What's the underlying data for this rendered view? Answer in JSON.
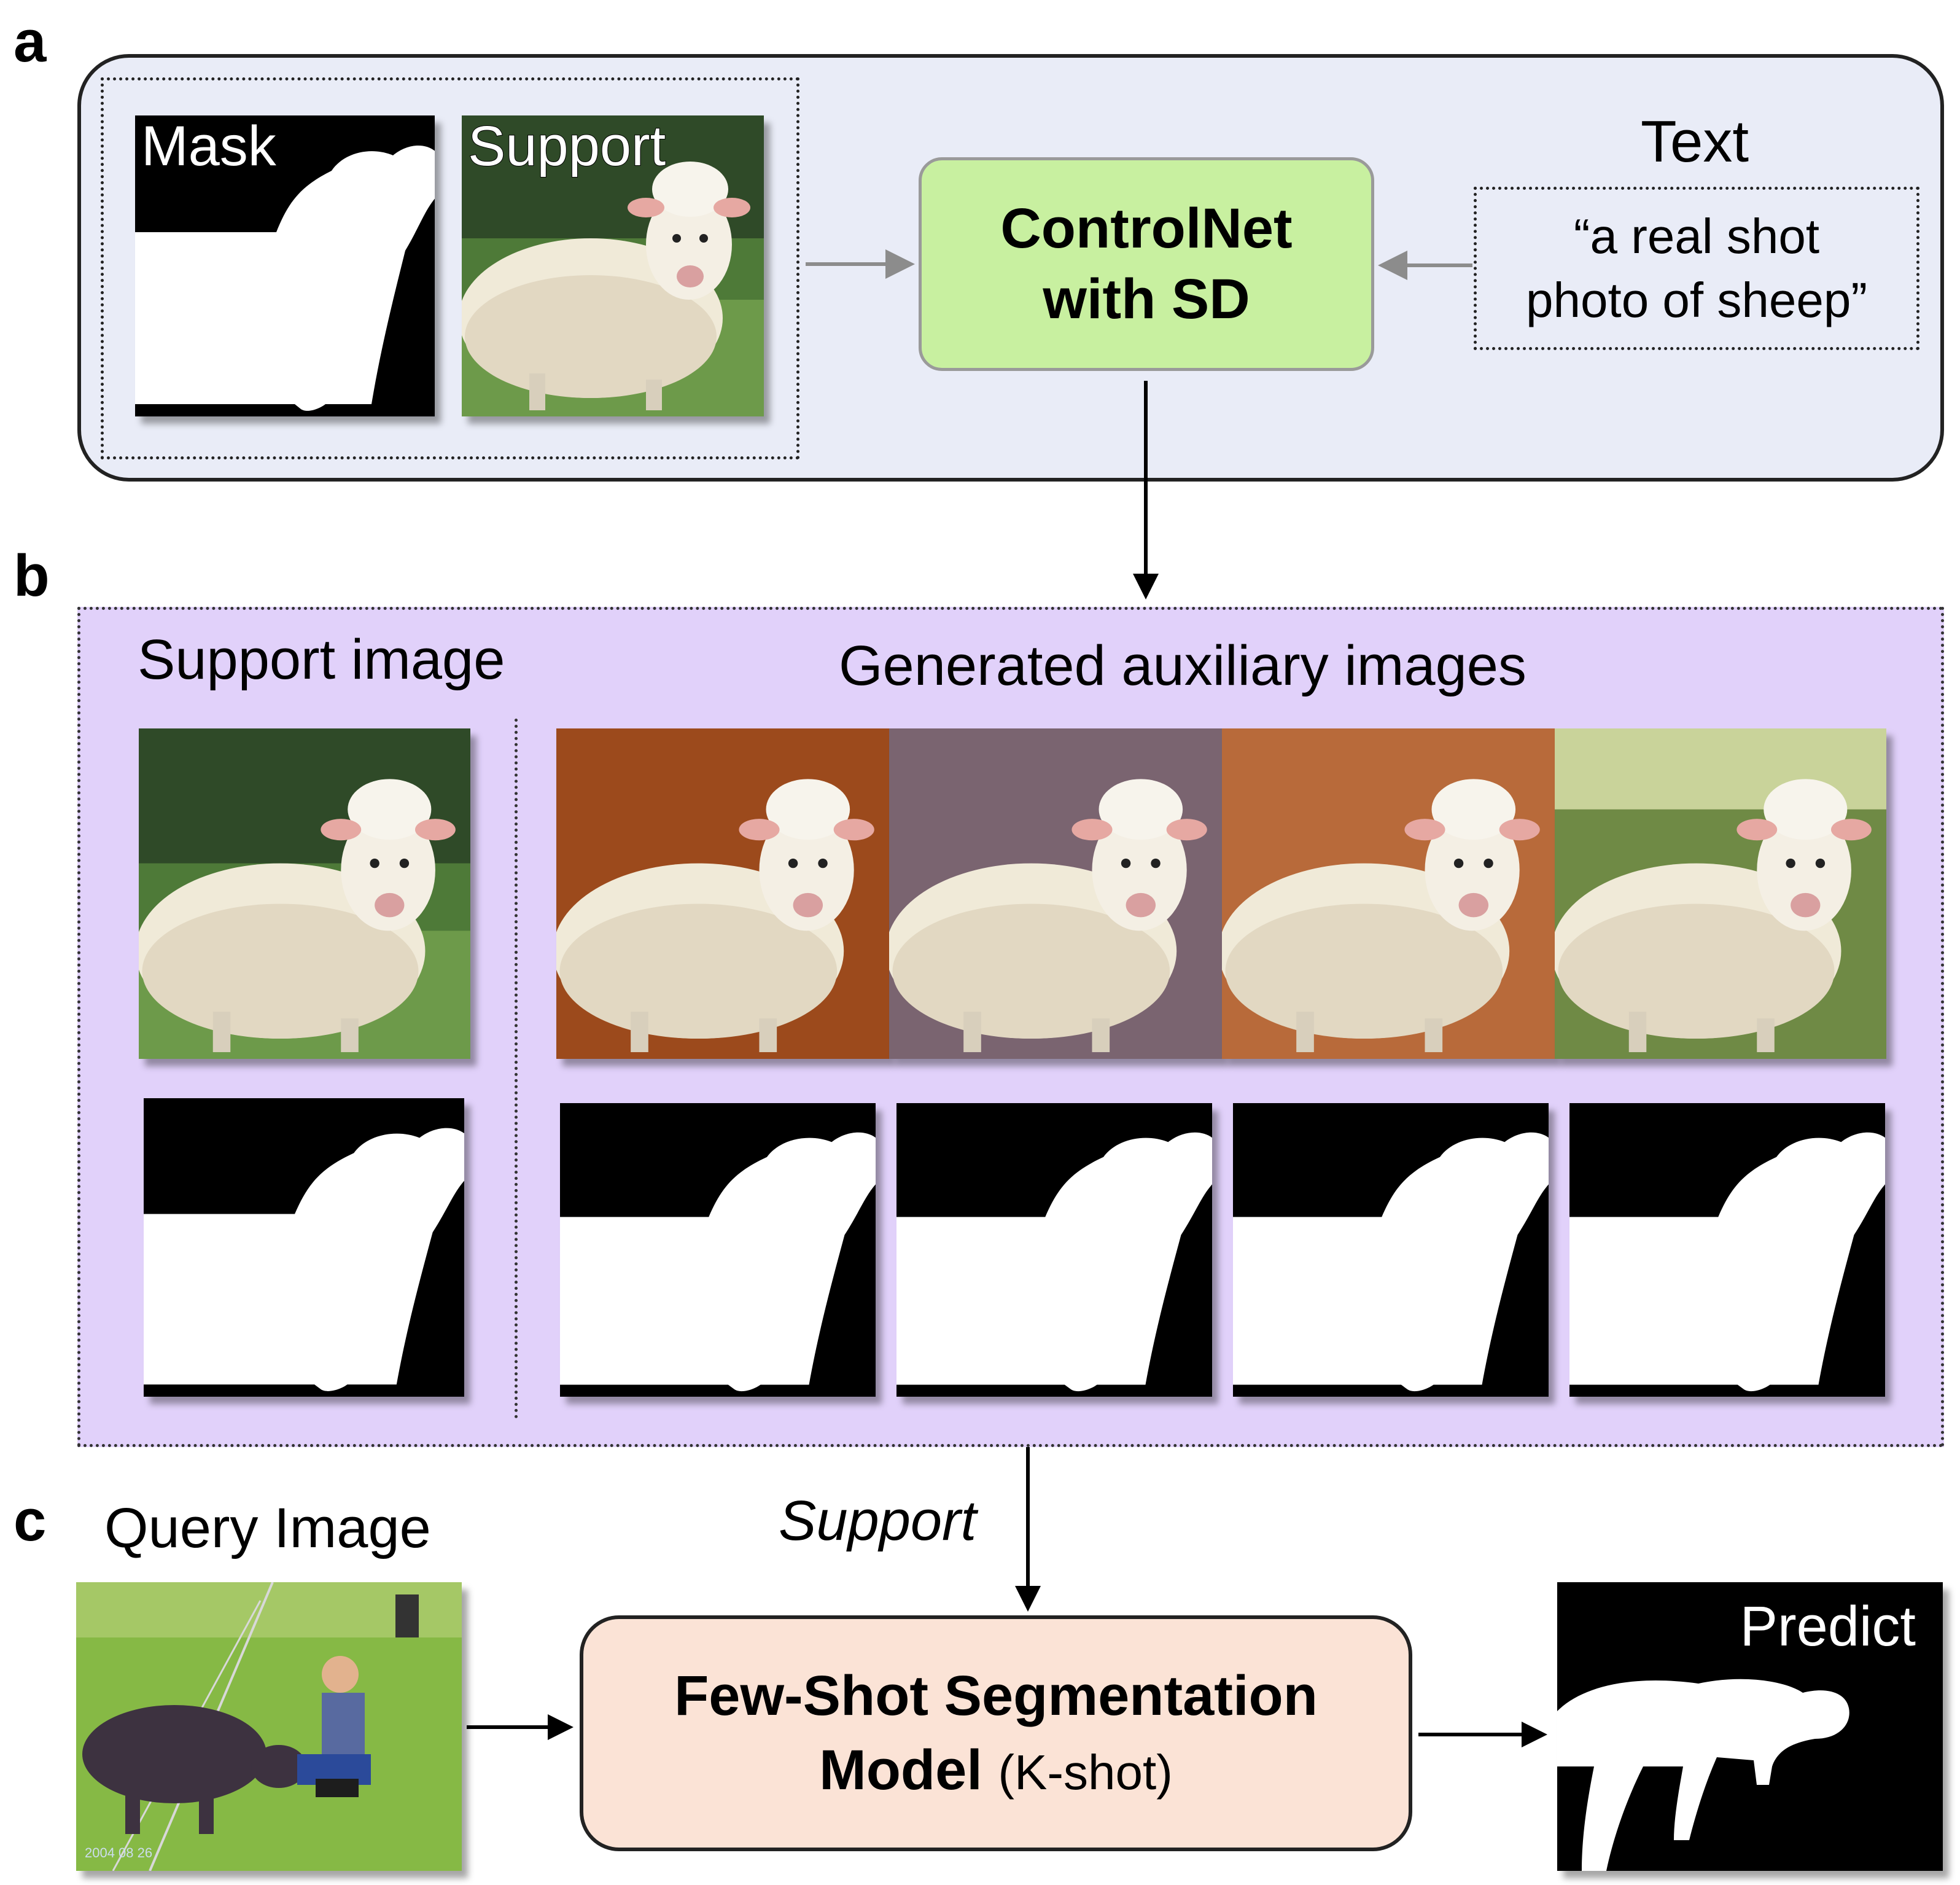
{
  "panel_letters": {
    "a": "a",
    "b": "b",
    "c": "c"
  },
  "panel_a": {
    "mask_label": "Mask",
    "support_label": "Support",
    "controlnet_line1": "ControlNet",
    "controlnet_line2": "with SD",
    "text_label": "Text",
    "prompt_line1": "“a real shot",
    "prompt_line2": "photo of sheep”"
  },
  "panel_b": {
    "support_image_label": "Support image",
    "generated_label": "Generated auxiliary images",
    "generated_backgrounds": [
      "#9c4a1c",
      "#7a6470",
      "#b86a3a",
      "#6f8a45"
    ]
  },
  "panel_c": {
    "query_label": "Query Image",
    "query_timestamp": "2004 08 26",
    "support_label": "Support",
    "model_line1": "Few-Shot Segmentation",
    "model_line2_bold": "Model",
    "model_line2_light": "(K-shot)",
    "predict_label": "Predict"
  },
  "colors": {
    "panel_a_bg": "#e9ecf7",
    "panel_b_bg": "#e1d1fa",
    "controlnet_bg": "#c8f0a0",
    "model_bg": "#fbe3d6"
  }
}
